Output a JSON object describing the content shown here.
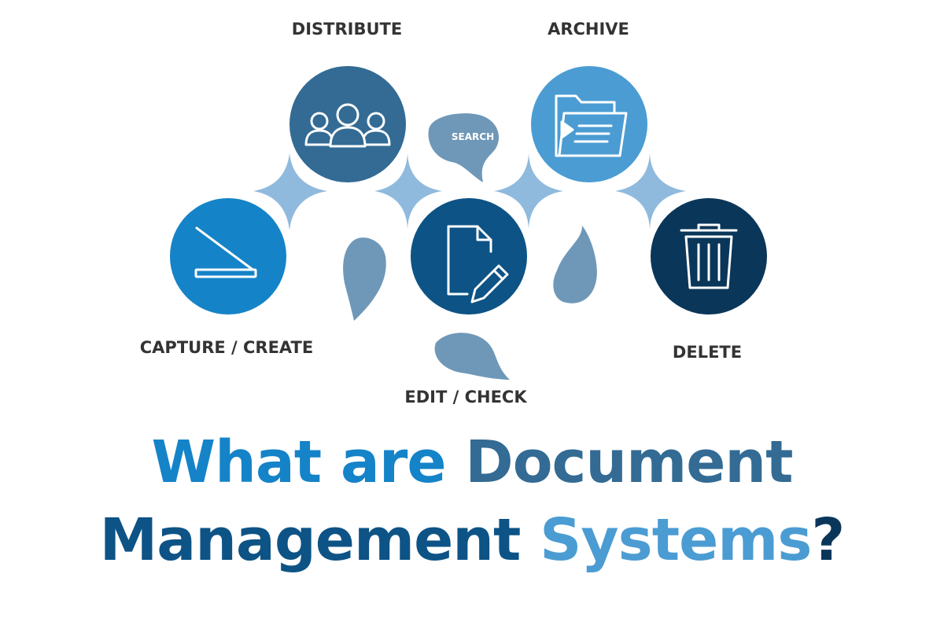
{
  "diagram": {
    "nodes": {
      "capture": {
        "label": "CAPTURE / CREATE",
        "icon": "scanner-icon",
        "color": "#1583c8"
      },
      "distribute": {
        "label": "DISTRIBUTE",
        "icon": "users-group-icon",
        "color": "#336b94"
      },
      "edit": {
        "label": "EDIT / CHECK",
        "icon": "document-edit-icon",
        "color": "#0d5386"
      },
      "archive": {
        "label": "ARCHIVE",
        "icon": "folder-icon",
        "color": "#4b9cd3"
      },
      "delete": {
        "label": "DELETE",
        "icon": "trash-icon",
        "color": "#0a3659"
      }
    },
    "bubble": {
      "label": "SEARCH"
    },
    "connector_color": "#8fbadd",
    "bubble_color": "#6f98b8"
  },
  "headline": {
    "line1": [
      {
        "text": "What ",
        "color": "#1583c8"
      },
      {
        "text": "are ",
        "color": "#1583c8"
      },
      {
        "text": "Document",
        "color": "#336b94"
      }
    ],
    "line2": [
      {
        "text": "Management ",
        "color": "#0d5386"
      },
      {
        "text": "Systems",
        "color": "#4b9cd3"
      },
      {
        "text": "?",
        "color": "#0a3659"
      }
    ]
  }
}
